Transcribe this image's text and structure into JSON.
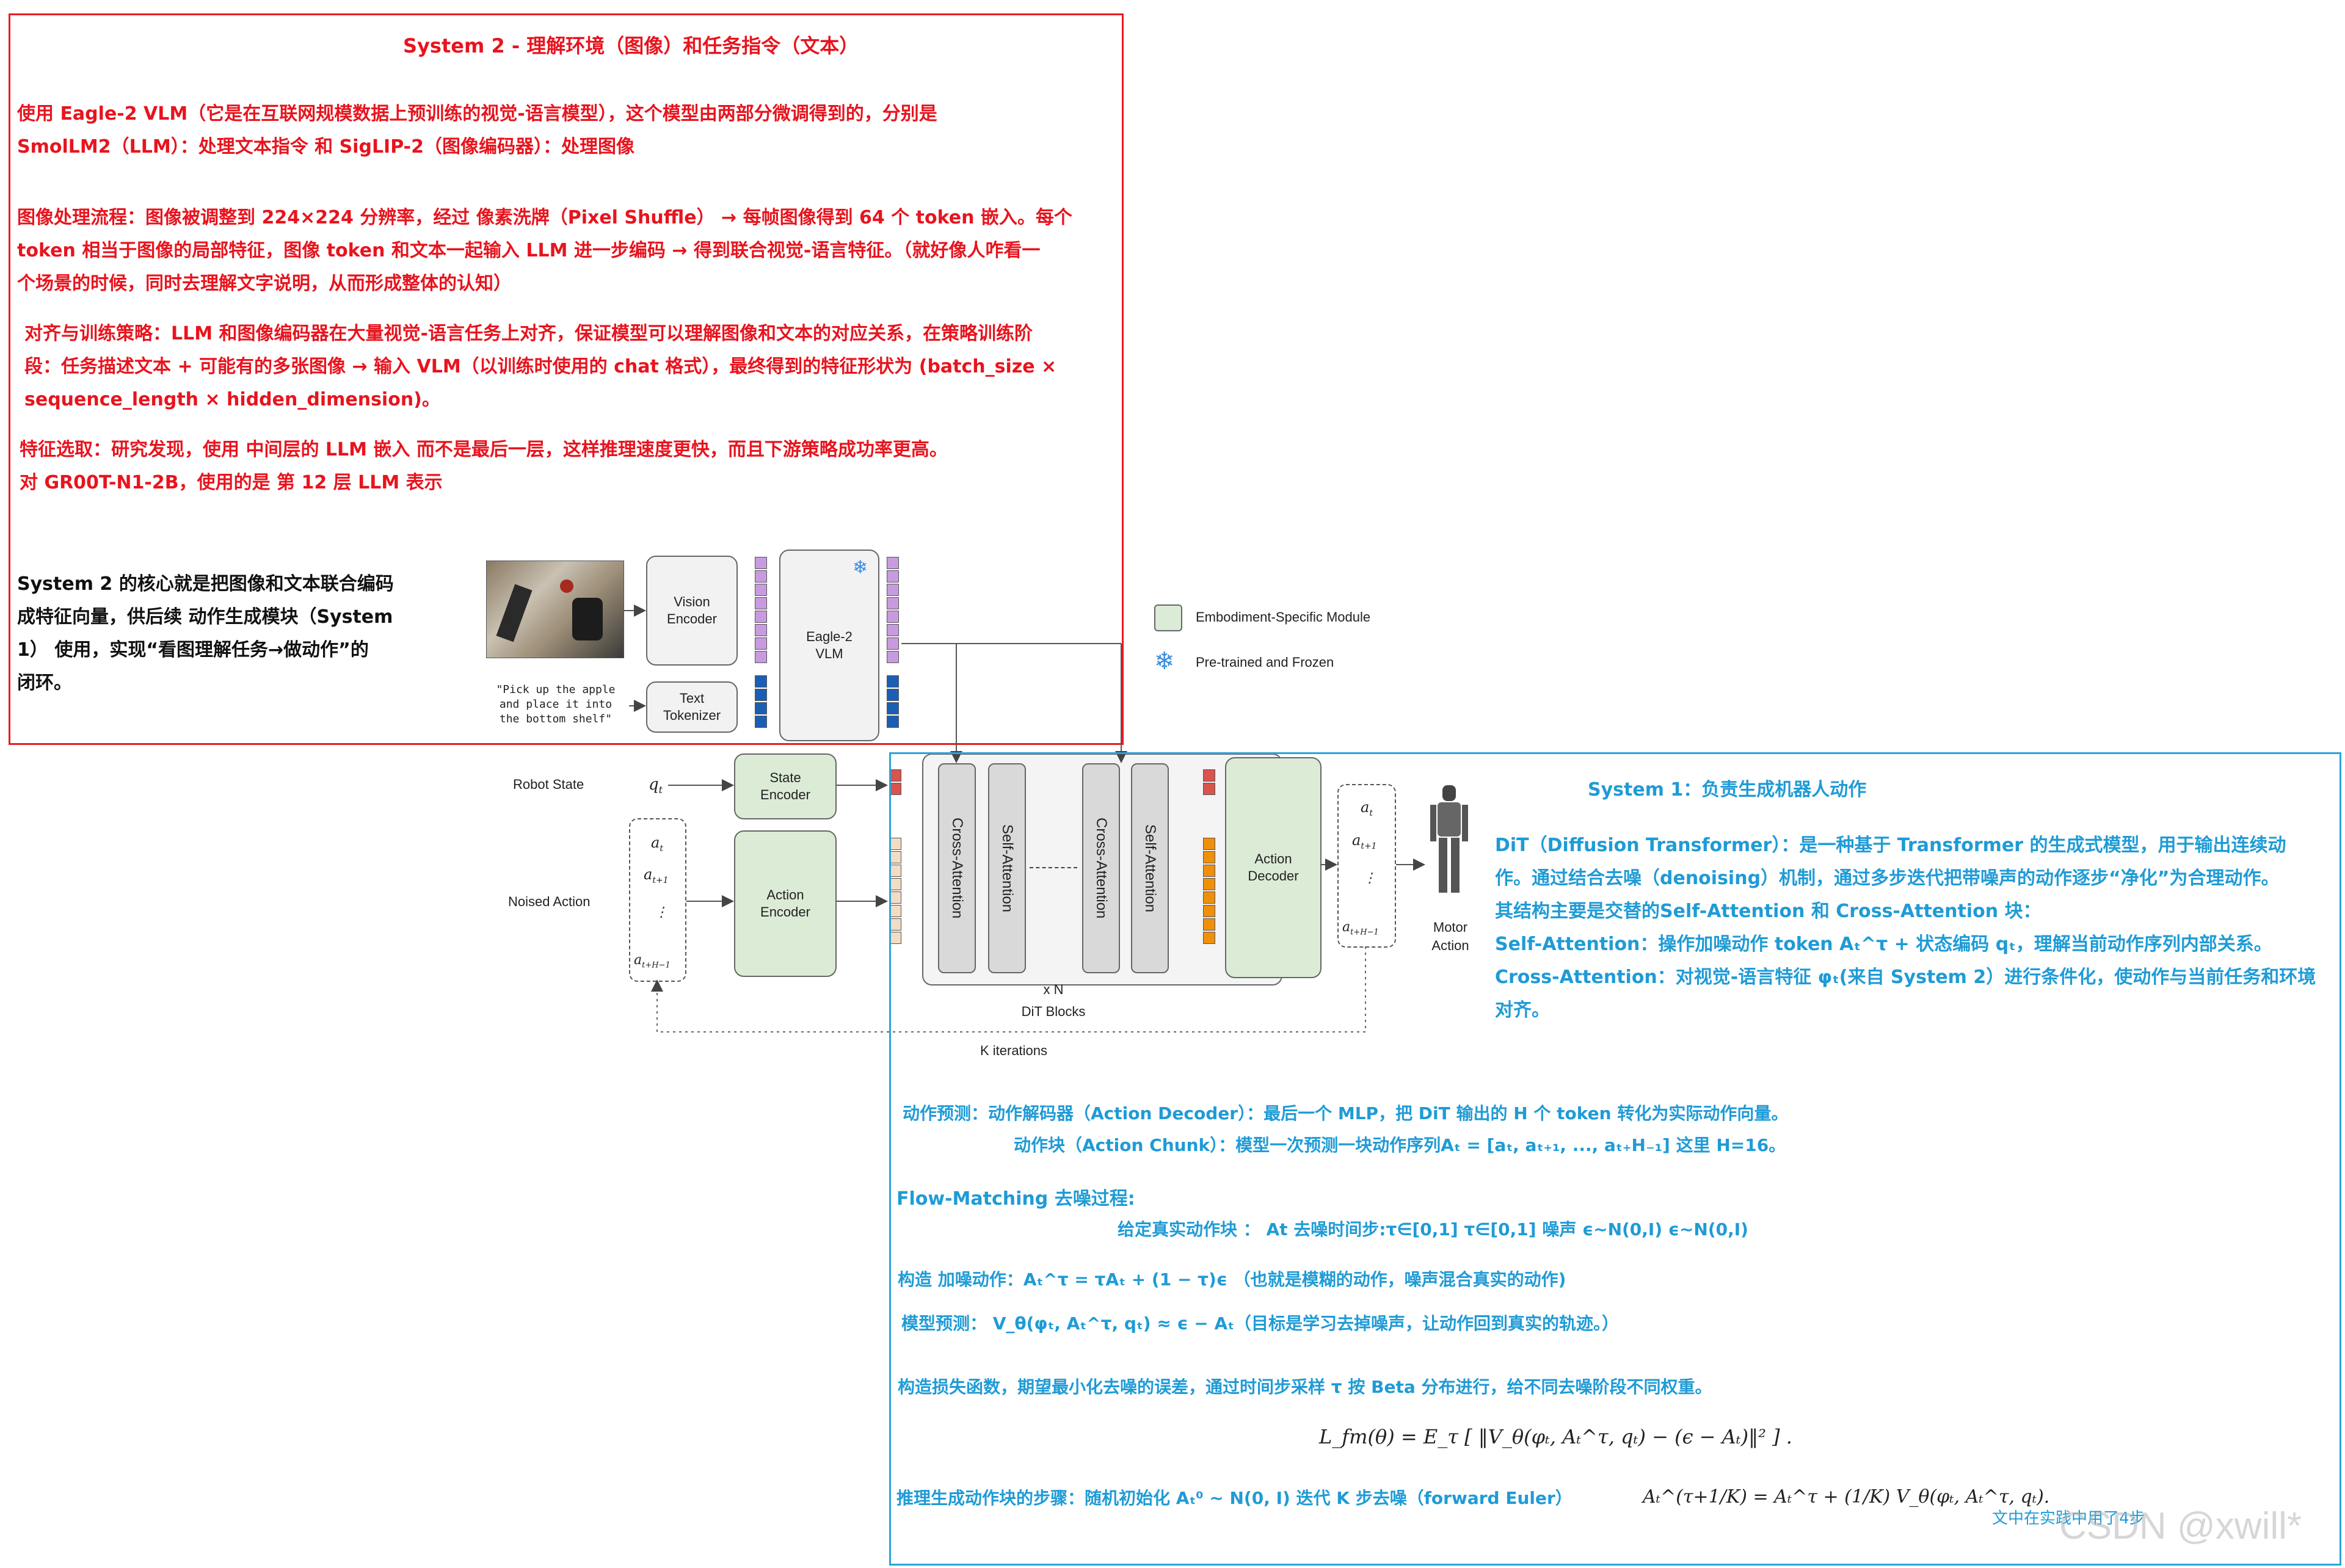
{
  "system2": {
    "title": "System 2 - 理解环境（图像）和任务指令（文本）",
    "p1_l1": "使用 Eagle-2 VLM（它是在互联网规模数据上预训练的视觉-语言模型），这个模型由两部分微调得到的，分别是",
    "p1_l2": "SmolLM2（LLM）：处理文本指令 和 SigLIP-2（图像编码器）：处理图像",
    "p2_l1": "图像处理流程：图像被调整到 224×224 分辨率，经过 像素洗牌（Pixel Shuffle） → 每帧图像得到 64 个 token 嵌入。每个",
    "p2_l2": "token 相当于图像的局部特征，图像 token 和文本一起输入 LLM 进一步编码 → 得到联合视觉-语言特征。（就好像人咋看一",
    "p2_l3": "个场景的时候，同时去理解文字说明，从而形成整体的认知）",
    "p3_l1": "对齐与训练策略：LLM 和图像编码器在大量视觉-语言任务上对齐，保证模型可以理解图像和文本的对应关系，在策略训练阶",
    "p3_l2": "段：任务描述文本 + 可能有的多张图像 → 输入 VLM（以训练时使用的 chat 格式），最终得到的特征形状为 (batch_size ×",
    "p3_l3": "sequence_length × hidden_dimension)。",
    "p4_l1": "特征选取：研究发现，使用 中间层的 LLM 嵌入 而不是最后一层，这样推理速度更快，而且下游策略成功率更高。",
    "p4_l2": "对 GR00T-N1-2B，使用的是 第 12 层 LLM 表示",
    "core_l1": "System 2 的核心就是把图像和文本联合编码",
    "core_l2": "成特征向量，供后续 动作生成模块（System",
    "core_l3": "1） 使用，实现“看图理解任务→做动作”的",
    "core_l4": "闭环。"
  },
  "diagram": {
    "vision_encoder": "Vision Encoder",
    "text_tokenizer": "Text Tokenizer",
    "eagle_vlm": "Eagle-2 VLM",
    "instruction_l1": "\"Pick up the apple",
    "instruction_l2": "and place it into",
    "instruction_l3": "the bottom shelf\"",
    "legend_green": "Embodiment-Specific Module",
    "legend_frozen": "Pre-trained and Frozen",
    "robot_state": "Robot State",
    "noised_action": "Noised Action",
    "state_encoder": "State Encoder",
    "action_encoder": "Action Encoder",
    "cross_attention": "Cross-Attention",
    "self_attention": "Self-Attention",
    "action_decoder": "Action Decoder",
    "xn": "x N",
    "dit_blocks": "DiT Blocks",
    "k_iterations": "K iterations",
    "motor_action": "Motor Action",
    "q_t": "q",
    "a_t": "a",
    "a_t1": "a",
    "a_tH1": "a"
  },
  "system1": {
    "title": "System 1：负责生成机器人动作",
    "d1": "DiT（Diffusion Transformer）：是一种基于 Transformer 的生成式模型，用于输出连续动",
    "d2": "作。通过结合去噪（denoising）机制，通过多步迭代把带噪声的动作逐步“净化”为合理动作。",
    "d3": "其结构主要是交替的Self-Attention 和 Cross-Attention 块：",
    "d4": "Self-Attention：操作加噪动作 token Aₜ^τ + 状态编码 qₜ，理解当前动作序列内部关系。",
    "d5": "Cross-Attention：对视觉-语言特征 φₜ(来自 System 2）进行条件化，使动作与当前任务和环境",
    "d6": "对齐。",
    "pred1": "动作预测：动作解码器（Action Decoder）：最后一个 MLP，把 DiT 输出的 H 个 token 转化为实际动作向量。",
    "pred2": "动作块（Action Chunk）：模型一次预测一块动作序列Aₜ = [aₜ, aₜ₊₁, ..., aₜ₊H₋₁] 这里 H=16。",
    "fm_title": "Flow-Matching 去噪过程:",
    "fm1": "给定真实动作块 ： At    去噪时间步:τ∈[0,1] τ∈[0,1]    噪声 ϵ∼N(0,I) ϵ∼N(0,I)",
    "fm2": "构造 加噪动作：Aₜ^τ = τAₜ + (1 − τ)ϵ  （也就是模糊的动作，噪声混合真实的动作)",
    "fm3": "模型预测：  V_θ(φₜ, Aₜ^τ, qₜ) ≈ ϵ − Aₜ（目标是学习去掉噪声，让动作回到真实的轨迹。）",
    "loss": "构造损失函数，期望最小化去噪的误差，通过时间步采样 τ 按 Beta 分布进行，给不同去噪阶段不同权重。",
    "loss_formula": "L_fm(θ) = E_τ [ ‖V_θ(φₜ, Aₜ^τ, qₜ) − (ϵ − Aₜ)‖² ] .",
    "infer": "推理生成动作块的步骤：随机初始化 Aₜ⁰ ∼ N(0, I) 迭代 K 步去噪（forward Euler）",
    "infer_formula": "Aₜ^(τ+1/K) = Aₜ^τ + (1/K) V_θ(φₜ, Aₜ^τ, qₜ).",
    "note": "文中在实践中用了4步"
  },
  "watermark": "CSDN @xwill*",
  "colors": {
    "red": "#e8141e",
    "blue": "#1f9bd6",
    "green_module": "#dcebd6"
  }
}
